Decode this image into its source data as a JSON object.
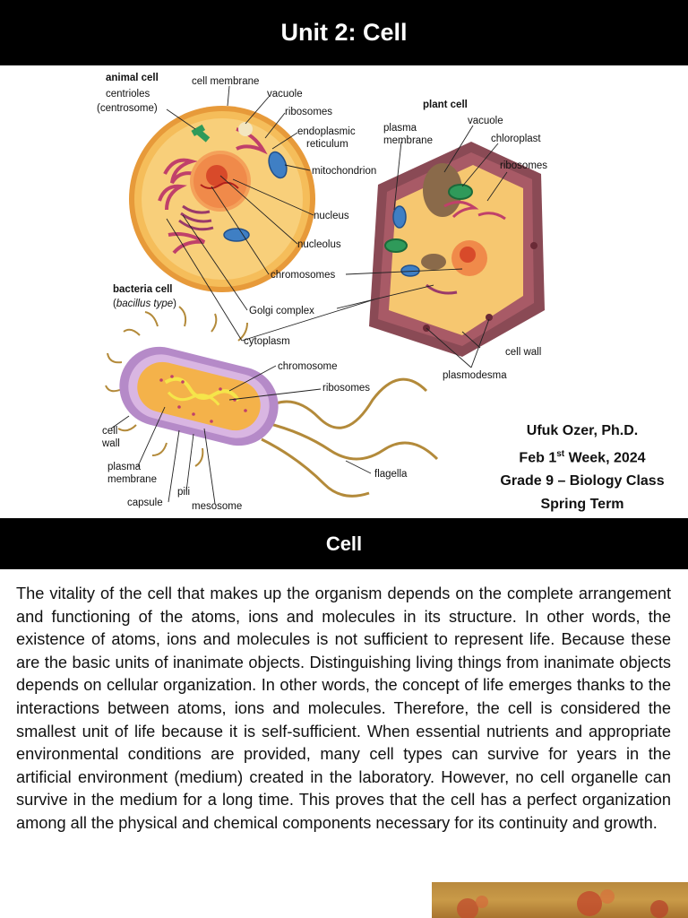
{
  "header": {
    "title": "Unit 2: Cell"
  },
  "figure": {
    "animal_cell": {
      "heading": "animal cell",
      "labels": {
        "cell_membrane": "cell membrane",
        "centrioles": "centrioles",
        "centrosome": "(centrosome)",
        "vacuole": "vacuole",
        "ribosomes": "ribosomes",
        "er1": "endoplasmic",
        "er2": "reticulum",
        "mitochondrion": "mitochondrion",
        "nucleus": "nucleus",
        "nucleolus": "nucleolus",
        "chromosomes": "chromosomes",
        "golgi": "Golgi complex"
      }
    },
    "plant_cell": {
      "heading": "plant cell",
      "labels": {
        "plasma1": "plasma",
        "plasma2": "membrane",
        "vacuole": "vacuole",
        "chloroplast": "chloroplast",
        "ribosomes": "ribosomes",
        "cell_wall": "cell wall",
        "plasmodesma": "plasmodesma"
      }
    },
    "bacteria_cell": {
      "heading": "bacteria cell",
      "subheading_pre": "(",
      "subheading_italic": "bacillus type",
      "subheading_post": ")",
      "labels": {
        "cytoplasm": "cytoplasm",
        "chromosome": "chromosome",
        "ribosomes": "ribosomes",
        "cell1": "cell",
        "cell2": "wall",
        "plasma1": "plasma",
        "plasma2": "membrane",
        "capsule": "capsule",
        "pili": "pili",
        "mesosome": "mesosome",
        "flagella": "flagella"
      }
    }
  },
  "credits": {
    "author": "Ufuk Ozer, Ph.D.",
    "date_pre": "Feb 1",
    "date_sup": "st",
    "date_post": " Week, 2024",
    "course": "Grade 9 – Biology Class",
    "term": "Spring Term"
  },
  "section": {
    "title": "Cell"
  },
  "body": {
    "paragraph": "The vitality of the cell that makes up the organism depends on the complete arrangement and functioning of the atoms, ions and molecules in its structure. In other words, the existence of atoms, ions and molecules is not sufficient to represent life. Because these are the basic units of inanimate objects. Distinguishing living things from inanimate objects depends on cellular organization. In other words, the concept of life emerges thanks to the interactions between atoms, ions and molecules. Therefore, the cell is considered the smallest unit of life because it is self-sufficient. When essential nutrients and appropriate environmental conditions are provided, many cell types can survive for years in the artificial environment (medium) created in the laboratory. However, no cell organelle can survive in the medium for a long time. This proves that the cell has a perfect organization among all the physical and chemical components necessary for its continuity and growth."
  },
  "colors": {
    "banner_bg": "#000000",
    "banner_text": "#ffffff",
    "animal_cell_fill": "#f2b24c",
    "plant_wall": "#8a4a55",
    "plant_inner": "#f6c770",
    "bacteria_capsule": "#b58ac8",
    "bacteria_cytoplasm": "#f4b24a",
    "flagella": "#b38a3a",
    "mitochondrion": "#3f7fc4",
    "chloroplast": "#2f9a5a"
  }
}
